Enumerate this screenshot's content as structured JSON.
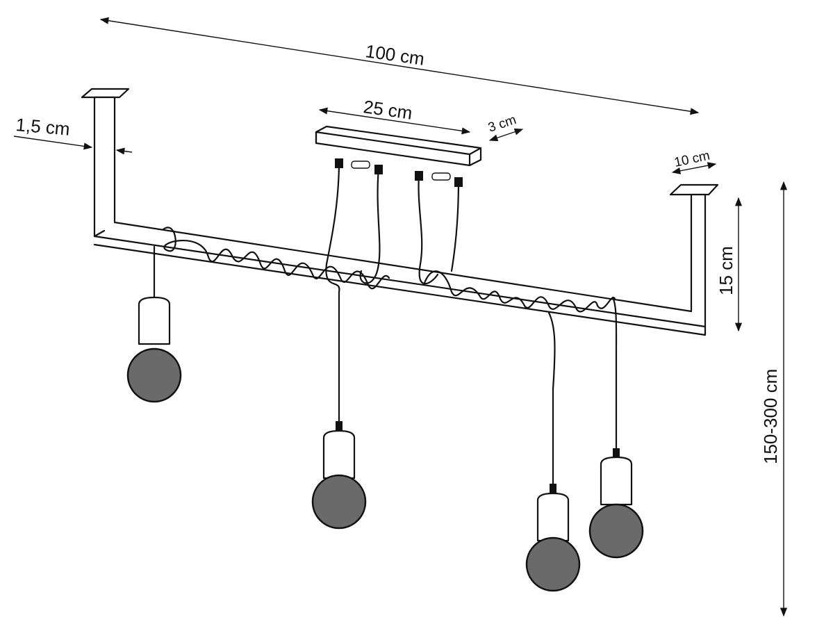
{
  "dimensions": {
    "total_length": "100 cm",
    "canopy_length": "25 cm",
    "canopy_width": "3 cm",
    "bar_thickness": "1,5 cm",
    "mount_plate": "10 cm",
    "bar_drop": "15 cm",
    "total_height": "150-300 cm"
  },
  "colors": {
    "line": "#111111",
    "bulb": "#6a6a6a",
    "background": "#ffffff"
  }
}
